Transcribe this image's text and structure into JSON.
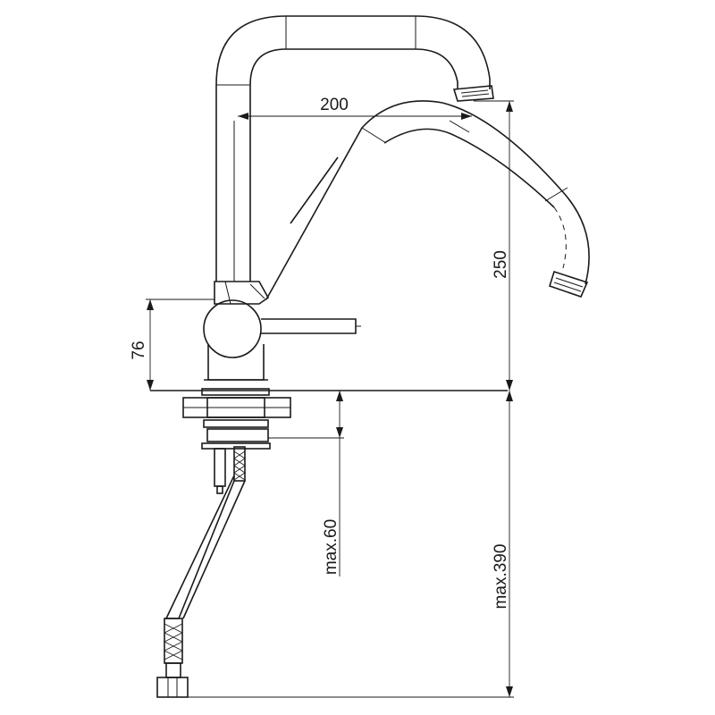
{
  "dimensions": {
    "spout_reach": "200",
    "spout_height": "250",
    "lever_height": "76",
    "max_deck_thickness": "max.60",
    "max_hose_length": "max.390"
  }
}
